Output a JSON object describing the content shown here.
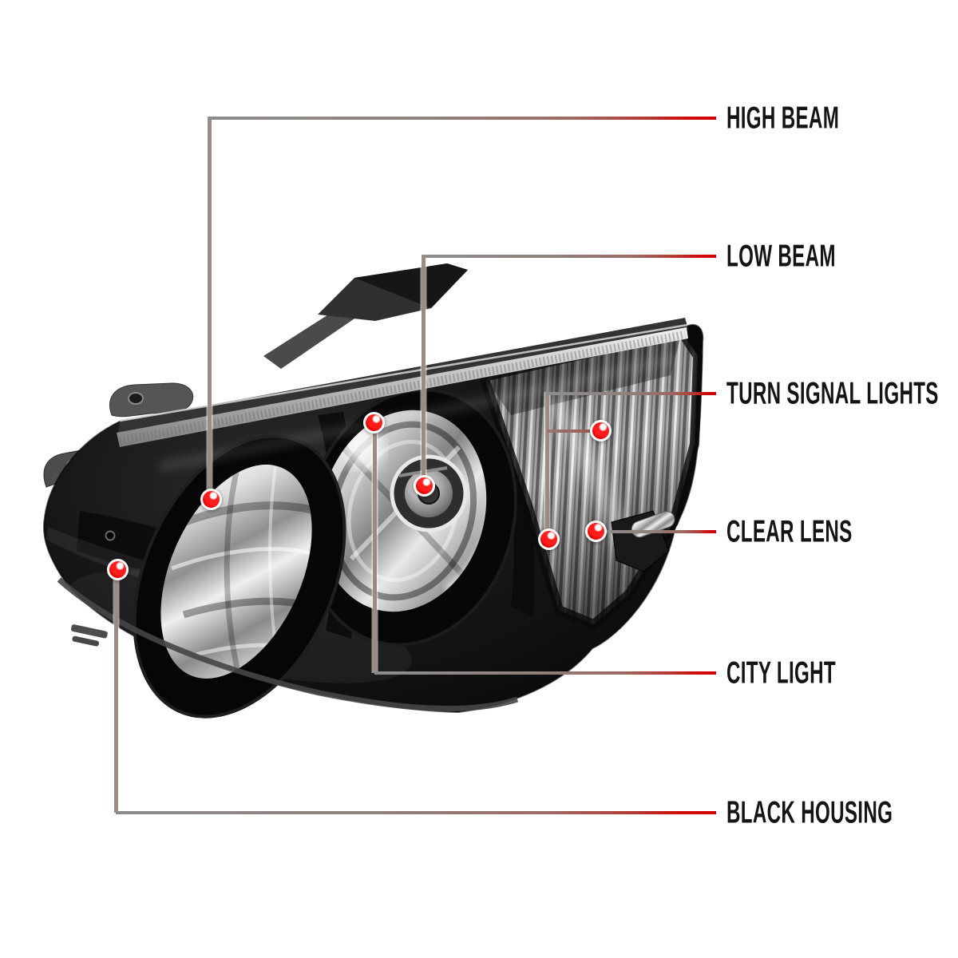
{
  "page": {
    "type": "product-callout-diagram",
    "subject": "black housing headlight assembly, driver side, angled front view",
    "background": "#ffffff"
  },
  "style": {
    "accent_red": "#d40000",
    "line_gray": "#8d8d8d",
    "dot_red": "#ee0000",
    "dot_ring": "#ffffff",
    "text_color": "#141414"
  },
  "illustration": {
    "name": "headlight-photo",
    "features": [
      "black-housing",
      "high-beam-reflector",
      "low-beam-reflector",
      "turn-signal-corner-lens",
      "chrome-trim-strip",
      "mounting-brackets"
    ]
  },
  "callouts": [
    {
      "id": "high-beam",
      "label": "HIGH BEAM"
    },
    {
      "id": "low-beam",
      "label": "LOW BEAM"
    },
    {
      "id": "turn-signal-lights",
      "label": "TURN SIGNAL LIGHTS"
    },
    {
      "id": "clear-lens",
      "label": "CLEAR LENS"
    },
    {
      "id": "city-light",
      "label": "CITY LIGHT"
    },
    {
      "id": "black-housing",
      "label": "BLACK HOUSING"
    }
  ]
}
